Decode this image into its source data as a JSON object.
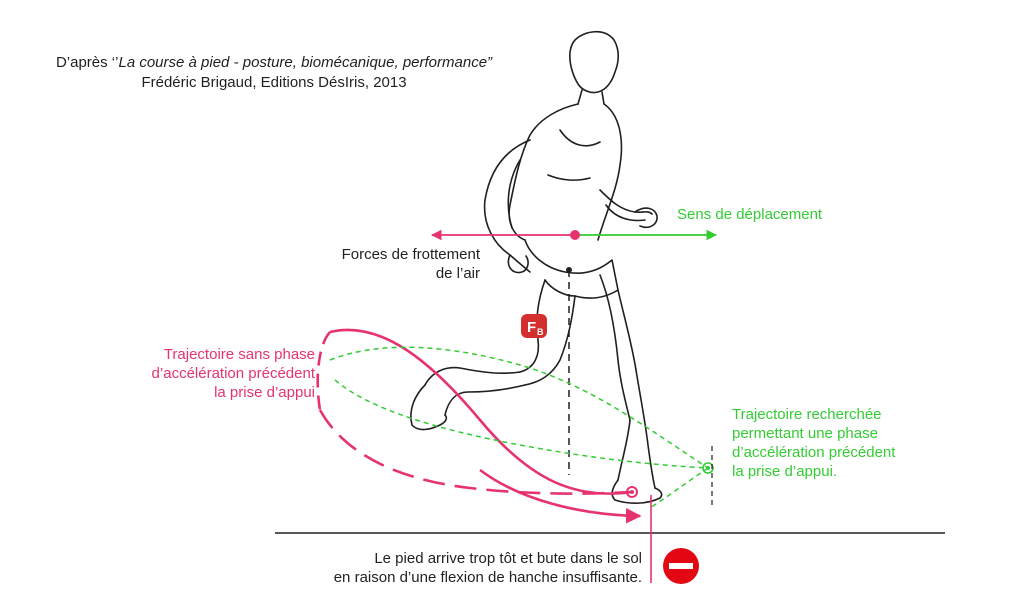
{
  "credit": {
    "prefix": "D’après ‘’",
    "book_title": "La course à pied - posture, biomécanique, performance”",
    "author_line": "Frédéric Brigaud, Editions DésIris, 2013"
  },
  "labels": {
    "direction": "Sens de déplacement",
    "air_friction_line1": "Forces de frottement",
    "air_friction_line2": "de l’air",
    "fb_badge": "F",
    "fb_subscript": "B",
    "traj_bad_line1": "Trajectoire sans phase",
    "traj_bad_line2": "d’accélération précédent",
    "traj_bad_line3": "la prise d’appui",
    "traj_good_line1": "Trajectoire recherchée",
    "traj_good_line2": "permettant une phase",
    "traj_good_line3": "d’accélération précédent",
    "traj_good_line4": "la prise d’appui.",
    "warning_line1": "Le pied arrive trop tôt et bute dans le sol",
    "warning_line2": "en raison d’une flexion de hanche insuffisante."
  },
  "icons": {
    "stop": "no-entry-icon"
  },
  "colors": {
    "green": "#33cc33",
    "pink": "#e6336e",
    "ink": "#231f20",
    "badge": "#d32f2f",
    "stop": "#e30613"
  }
}
